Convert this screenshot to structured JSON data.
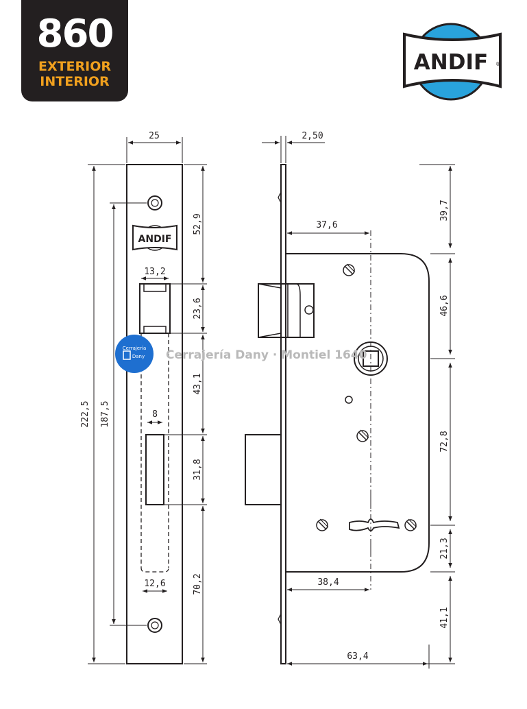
{
  "badge": {
    "model": "860",
    "line1": "EXTERIOR",
    "line2": "INTERIOR"
  },
  "brand": {
    "name": "ANDIF",
    "registered": "®",
    "color_blue": "#29a3dc"
  },
  "watermark": {
    "text": "Cerrajería Dany · Montiel 1640",
    "logo_top": "Cerrajería",
    "logo_bottom": "Dany",
    "logo_color": "#1e6fd0"
  },
  "faceplate": {
    "width": "25",
    "height_total": "222,5",
    "screw_spacing": "187,5",
    "top_to_latch": "52,9",
    "latch_height": "23,6",
    "latch_to_bolt": "43,1",
    "bolt_height": "31,8",
    "bolt_to_bottom": "70,2",
    "latch_width": "13,2",
    "bolt_width": "8",
    "slot_width": "12,6"
  },
  "side": {
    "plate_thickness": "2,50",
    "backset": "37,6",
    "backset_lower": "38,4",
    "case_depth": "63,4",
    "top_offset": "39,7",
    "latch_to_spindle": "46,6",
    "spindle_to_key": "72,8",
    "key_offset": "21,3",
    "bottom_offset": "41,1"
  }
}
